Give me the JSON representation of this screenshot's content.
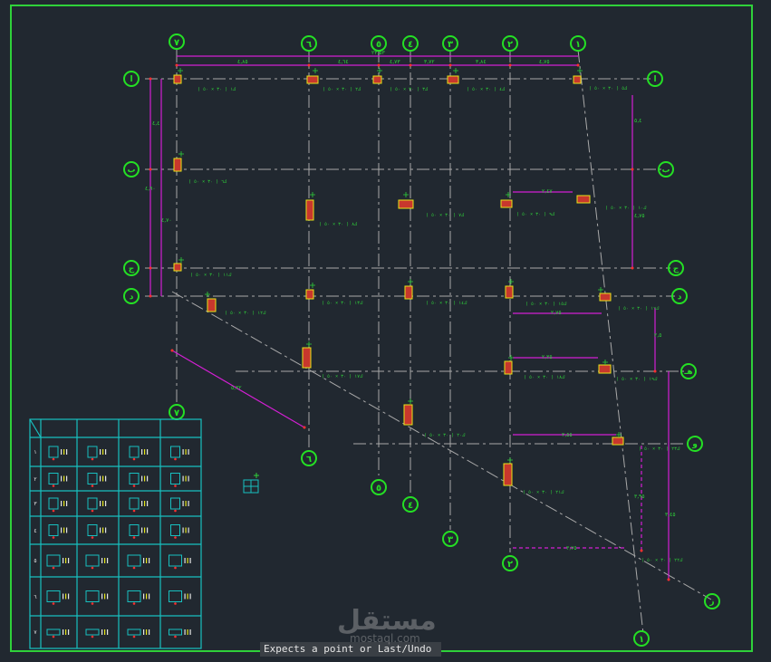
{
  "app": {
    "command_prompt": "Expects a point or Last/Undo",
    "watermark_ar": "مستقل",
    "watermark_url": "mostaql.com"
  },
  "colors": {
    "background": "#212830",
    "frame": "#2fd13a",
    "grid_line": "#a9a9a9",
    "bubble": "#24e024",
    "dimension": "#d41fd4",
    "column_fill": "#c8372d",
    "column_outline": "#e6e619",
    "table": "#18c0c0"
  },
  "grid_bubbles": {
    "top": [
      "٧",
      "٦",
      "٥",
      "٤",
      "٣",
      "٢",
      "١"
    ],
    "bottom": [
      "٧",
      "٦",
      "٥",
      "٤",
      "٣",
      "٢",
      "١"
    ],
    "left": [
      "ا",
      "ب",
      "ج",
      "د"
    ],
    "right": [
      "ا",
      "ب",
      "ج",
      "د",
      "هـ",
      "و",
      "ز"
    ]
  },
  "schedule_table": {
    "headers": [
      "",
      "",
      "",
      "",
      ""
    ],
    "row_labels": [
      "١",
      "٢",
      "٣",
      "٤",
      "٥",
      "٦",
      "٧"
    ]
  }
}
